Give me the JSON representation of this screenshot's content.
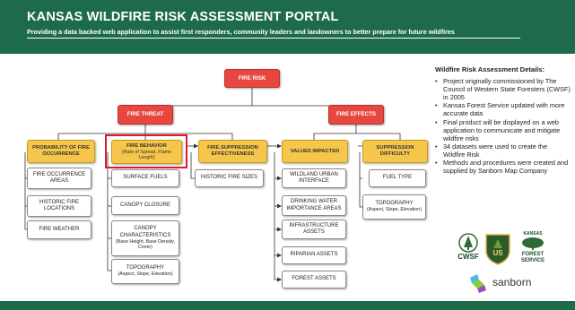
{
  "header": {
    "title": "KANSAS WILDFIRE RISK ASSESSMENT PORTAL",
    "subtitle": "Providing a data backed web application to assist first responders, community leaders and landowners to better prepare for future wildfires"
  },
  "diagram": {
    "fire_risk": "FIRE RISK",
    "fire_threat": "FIRE THREAT",
    "fire_effects": "FIRE EFFECTS",
    "probability": "PROBABILITY OF FIRE OCCURRENCE",
    "fire_behavior": "FIRE BEHAVIOR",
    "fire_behavior_sub": "(Rate of Spread, Flame Length)",
    "suppression_eff": "FIRE SUPPRESSION EFFECTIVENESS",
    "values_impacted": "VALUES IMPACTED",
    "suppression_diff": "SUPPRESSION DIFFICULTY",
    "fire_occurrence_areas": "FIRE OCCURRENCE AREAS",
    "historic_fire_locations": "HISTORIC FIRE LOCATIONS",
    "fire_weather": "FIRE WEATHER",
    "surface_fuels": "SURFACE FUELS",
    "canopy_closure": "CANOPY CLOSURE",
    "canopy_characteristics": "CANOPY CHARACTERISTICS",
    "canopy_characteristics_sub": "(Base Height, Base Density, Cover)",
    "topography_left": "TOPOGRAPHY",
    "topography_left_sub": "(Aspect, Slope, Elevation)",
    "historic_fire_sizes": "HISTORIC FIRE SIZES",
    "wildland_urban": "WILDLAND URBAN INTERFACE",
    "drinking_water": "DRINKING WATER IMPORTANCE AREAS",
    "infrastructure": "INFRASTRUCTURE ASSETS",
    "riparian": "RIPARIAN ASSETS",
    "forest_assets": "FOREST ASSETS",
    "fuel_type": "FUEL TYPE",
    "topography_right": "TOPOGRAPHY",
    "topography_right_sub": "(Aspect, Slope, Elevation)"
  },
  "details": {
    "title": "Wildfire Risk Assessment Details:",
    "items": [
      "Project originally commissioned by The Council of Western State Foresters (CWSF) in 2005",
      "Kansas Forest Service updated with more accurate data",
      "Final product will be displayed on a web application to communicate and mitigate wildfire risks",
      "34 datasets were used to create the Wildfire Risk",
      "Methods and procedures were created and supplied by Sanborn Map Company"
    ]
  },
  "logos": {
    "cwsf": "CWSF",
    "us": "US",
    "kansas_top": "KANSAS",
    "kansas_forest": "FOREST",
    "kansas_service": "SERVICE",
    "sanborn": "sanborn"
  },
  "colors": {
    "header_green": "#1d6b4a",
    "red_box": "#e8473f",
    "yellow_box": "#f6c64a",
    "highlight": "#e3162b"
  }
}
